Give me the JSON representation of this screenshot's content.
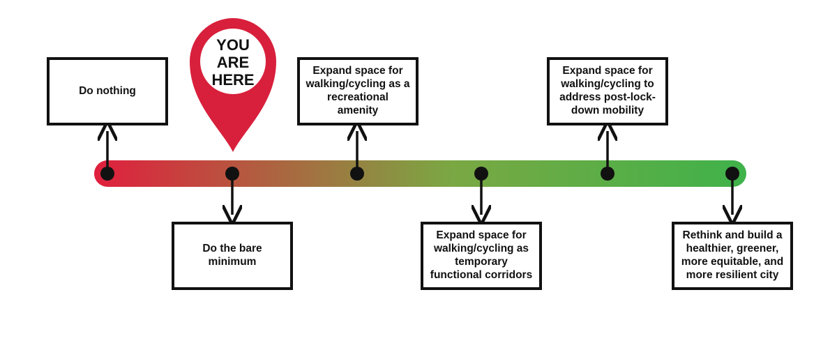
{
  "marker": {
    "line1": "YOU",
    "line2": "ARE",
    "line3": "HERE"
  },
  "colors": {
    "start": "#e01f3d",
    "end": "#3fb24a",
    "pin": "#d8203c",
    "ink": "#111111"
  },
  "stages": [
    {
      "label": "Do nothing",
      "position": "above"
    },
    {
      "label": "Do the bare minimum",
      "position": "below"
    },
    {
      "label": "Expand space for walking/cycling as a recreational amenity",
      "position": "above"
    },
    {
      "label": "Expand space for walking/cycling as temporary functional corridors",
      "position": "below"
    },
    {
      "label": "Expand space for walking/cycling to address post-lock-down mobility",
      "position": "above"
    },
    {
      "label": "Rethink and build a healthier, greener, more equitable, and more resilient city",
      "position": "below"
    }
  ],
  "current_stage": 2
}
